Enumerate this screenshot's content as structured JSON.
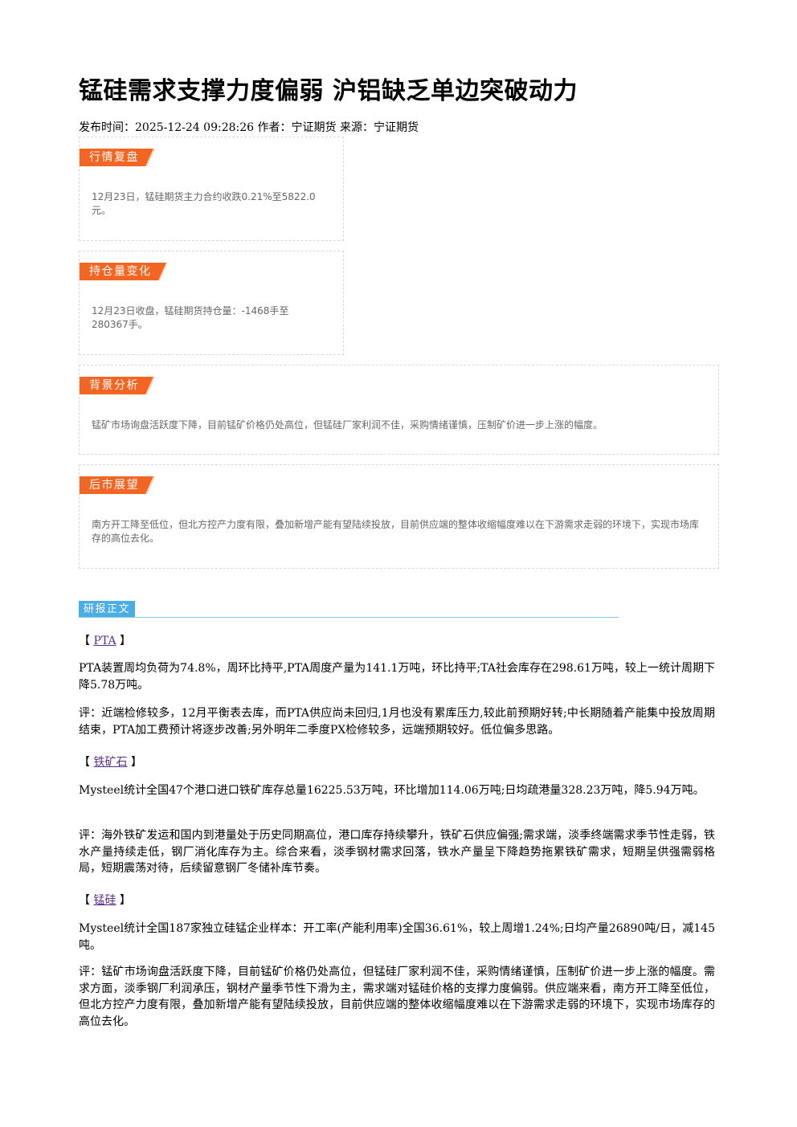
{
  "title": "锰硅需求支撑力度偏弱 沪铝缺乏单边突破动力",
  "meta": "发布时间：2025-12-24 09:28:26 作者：宁证期货 来源：宁证期货",
  "boxes": [
    {
      "label": "行情复盘",
      "text": "12月23日，锰硅期货主力合约收跌0.21%至5822.0元。"
    },
    {
      "label": "持仓量变化",
      "text": "12月23日收盘，锰硅期货持仓量：-1468手至280367手。"
    },
    {
      "label": "背景分析",
      "text": "锰矿市场询盘活跃度下降，目前锰矿价格仍处高位，但锰硅厂家利润不佳，采购情绪谨慎，压制矿价进一步上涨的幅度。"
    },
    {
      "label": "后市展望",
      "text": "南方开工降至低位，但北方控产力度有限，叠加新增产能有望陆续投放，目前供应端的整体收缩幅度难以在下游需求走弱的环境下，实现市场库存的高位去化。"
    }
  ],
  "report_label": "研报正文",
  "sections": [
    {
      "name": "PTA",
      "p1": "PTA装置周均负荷为74.8%，周环比持平,PTA周度产量为141.1万吨，环比持平;TA社会库存在298.61万吨，较上一统计周期下降5.78万吨。",
      "p2": "评：近端检修较多，12月平衡表去库，而PTA供应尚未回归,1月也没有累库压力,较此前预期好转;中长期随着产能集中投放周期结束，PTA加工费预计将逐步改善;另外明年二季度PX检修较多，远端预期较好。低位偏多思路。"
    },
    {
      "name": "铁矿石",
      "p1": "Mysteel统计全国47个港口进口铁矿库存总量16225.53万吨，环比增加114.06万吨;日均疏港量328.23万吨，降5.94万吨。",
      "p2": "评：海外铁矿发运和国内到港量处于历史同期高位，港口库存持续攀升，铁矿石供应偏强;需求端，淡季终端需求季节性走弱，铁水产量持续走低，钢厂消化库存为主。综合来看，淡季钢材需求回落，铁水产量呈下降趋势拖累铁矿需求，短期呈供强需弱格局，短期震荡对待，后续留意钢厂冬储补库节奏。"
    },
    {
      "name": "锰硅",
      "p1": "Mysteel统计全国187家独立硅锰企业样本：开工率(产能利用率)全国36.61%，较上周增1.24%;日均产量26890吨/日，减145吨。",
      "p2": "评：锰矿市场询盘活跃度下降，目前锰矿价格仍处高位，但锰硅厂家利润不佳，采购情绪谨慎，压制矿价进一步上涨的幅度。需求方面，淡季钢厂利润承压，钢材产量季节性下滑为主，需求端对锰硅价格的支撑力度偏弱。供应端来看，南方开工降至低位，但北方控产力度有限，叠加新增产能有望陆续投放，目前供应端的整体收缩幅度难以在下游需求走弱的环境下，实现市场库存的高位去化。"
    }
  ],
  "colors": {
    "tag": "#f26522",
    "report_tag": "#4aaee3",
    "link": "#5b2d8e"
  }
}
